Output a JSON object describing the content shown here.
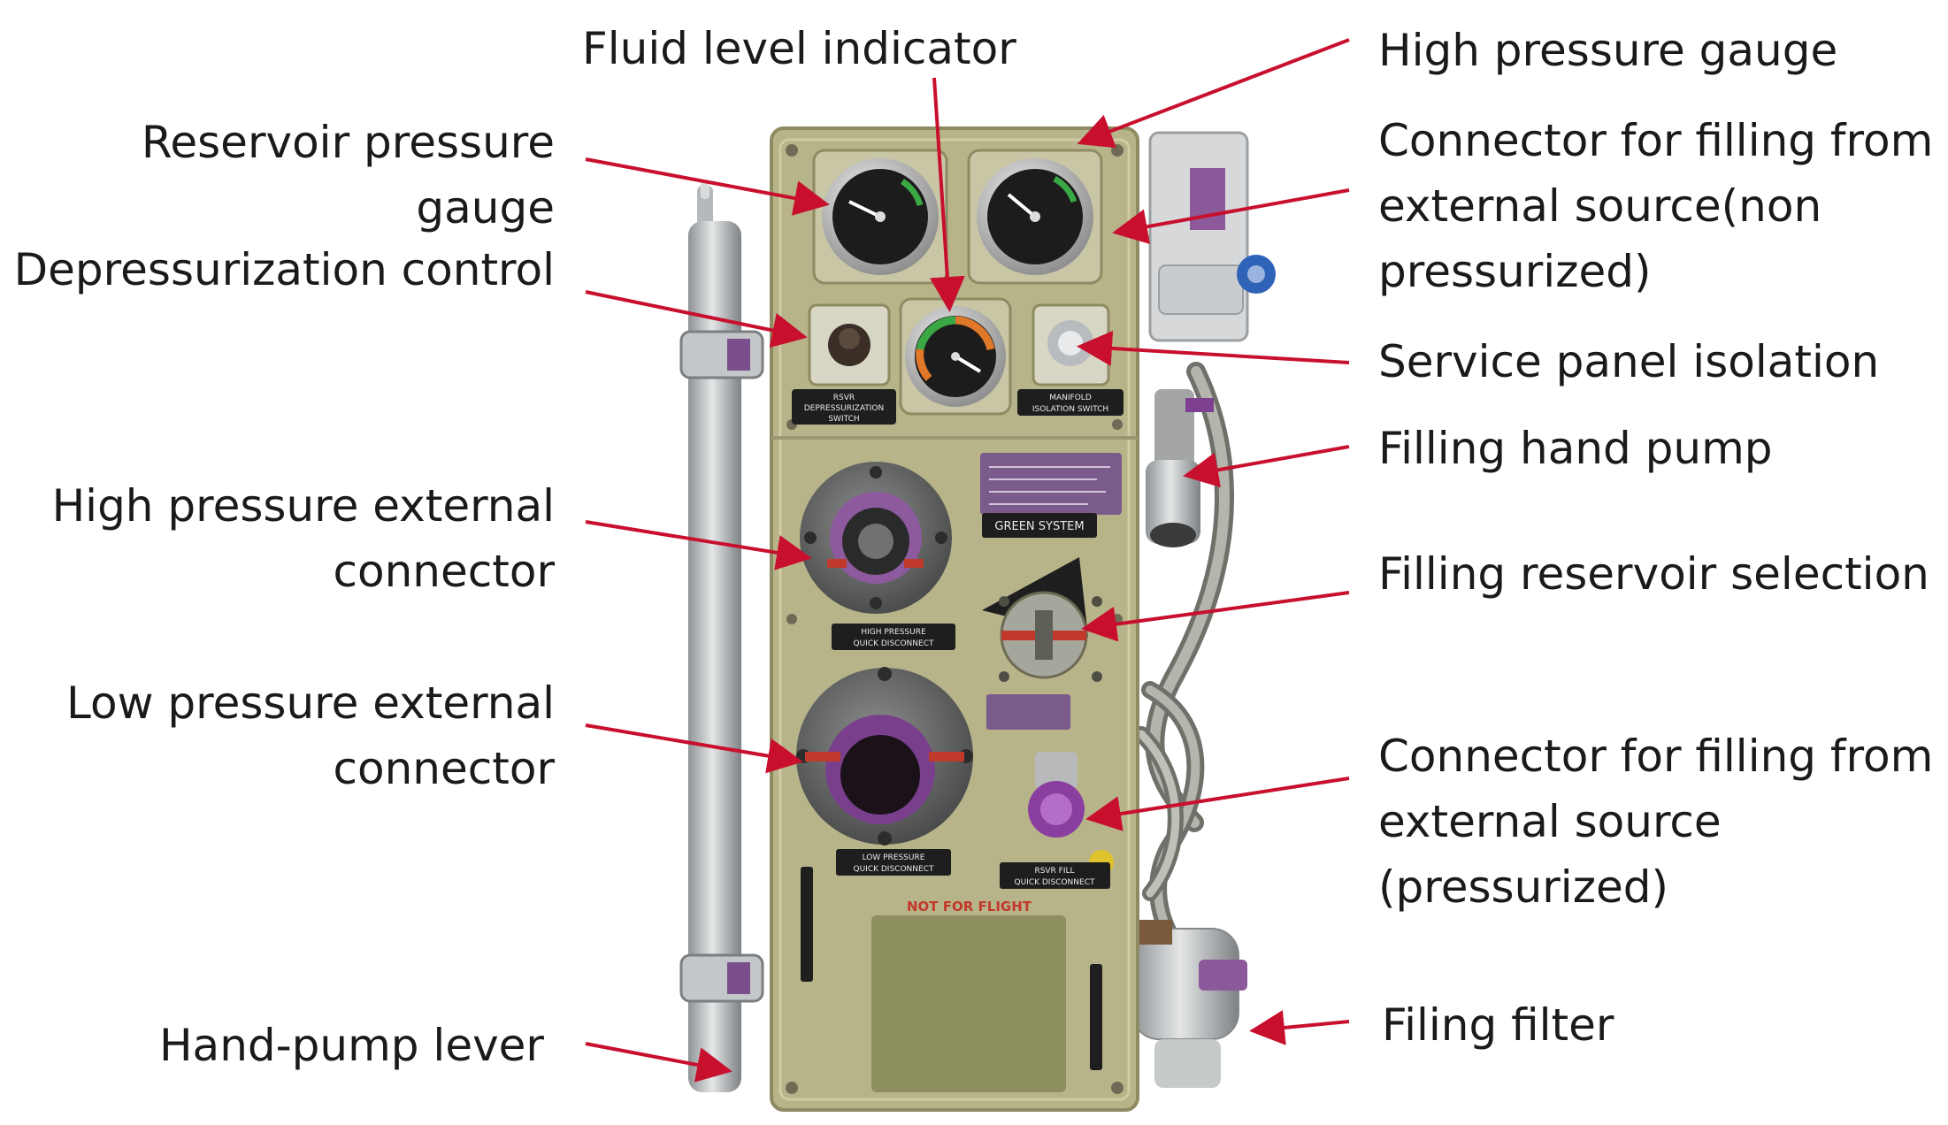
{
  "labels": {
    "fluid_level_indicator": [
      "Fluid level indicator"
    ],
    "reservoir_pressure_gauge": [
      "Reservoir pressure",
      "gauge"
    ],
    "depressurization_control": [
      "Depressurization control"
    ],
    "high_pressure_external_connector": [
      "High pressure external",
      "connector"
    ],
    "low_pressure_external_connector": [
      "Low pressure external",
      "connector"
    ],
    "hand_pump_lever": [
      "Hand-pump lever"
    ],
    "high_pressure_gauge": [
      "High pressure gauge"
    ],
    "connector_non_pressurized": [
      "Connector for filling from",
      "external source(non",
      "pressurized)"
    ],
    "service_panel_isolation": [
      "Service panel isolation"
    ],
    "filling_hand_pump": [
      "Filling hand pump"
    ],
    "filling_reservoir_selection": [
      "Filling reservoir selection"
    ],
    "connector_pressurized": [
      "Connector for filling from",
      "external source",
      "(pressurized)"
    ],
    "filing_filter": [
      "Filing filter"
    ]
  },
  "panel_text": {
    "depress_switch": [
      "RSVR",
      "DEPRESSURIZATION",
      "SWITCH"
    ],
    "manifold_switch": [
      "MANIFOLD",
      "ISOLATION SWITCH"
    ],
    "green_system": "GREEN SYSTEM",
    "hp_qd": [
      "HIGH PRESSURE",
      "QUICK DISCONNECT"
    ],
    "lp_qd": [
      "LOW PRESSURE",
      "QUICK DISCONNECT"
    ],
    "rsvr_fill_qd": [
      "RSVR FILL",
      "QUICK DISCONNECT"
    ],
    "not_for_flight": "NOT FOR FLIGHT"
  },
  "colors": {
    "arrow": "#c8102e",
    "label_text": "#1a1a1a",
    "panel": "#b8b48a",
    "panel_dark": "#8e8a62",
    "gauge_face": "#1c1c1c",
    "green_band": "#3aa845",
    "orange_band": "#e0782a",
    "connector_purple": "#7a3f8c",
    "red_band": "#c0392b"
  }
}
